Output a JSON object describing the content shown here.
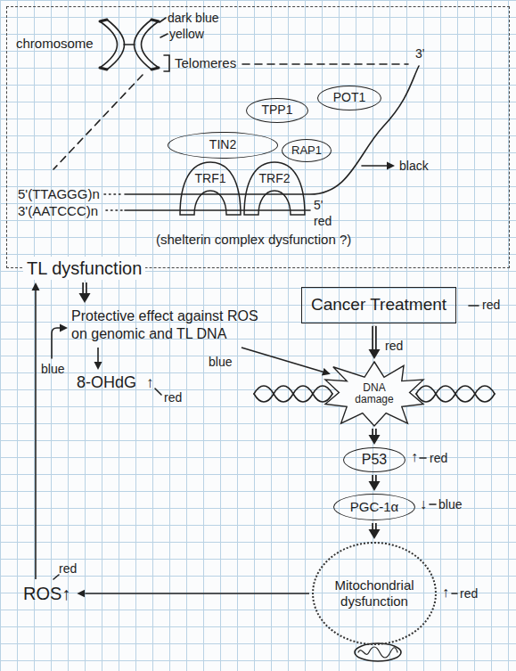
{
  "diagram": {
    "nodes": [
      {
        "text": [
          "(shelterin complex dysfunction ?)"
        ]
      },
      {
        "text": [
          "TPP1"
        ],
        "in": 0
      },
      {
        "text": [
          "POT1"
        ],
        "in": 0
      },
      {
        "text": [
          "TIN2"
        ],
        "in": 0
      },
      {
        "text": [
          "RAP1"
        ],
        "in": 0
      },
      {
        "text": [
          "TRF1"
        ],
        "in": 0
      },
      {
        "text": [
          "TRF2"
        ],
        "in": 0
      },
      {
        "text": [
          "TL dysfunction"
        ]
      },
      {
        "text": [
          "Protective effect against ROS on genomic and TL DNA"
        ]
      },
      {
        "text": [
          "Cancer Treatment"
        ]
      },
      {
        "text": [
          "8-OHdG"
        ]
      },
      {
        "text": [
          "DNA damage"
        ]
      },
      {
        "text": [
          "P53"
        ]
      },
      {
        "text": [
          "PGC-1α"
        ]
      },
      {
        "text": [
          "Mitochondrial dysfunction"
        ]
      },
      {
        "text": [
          "ROS↑"
        ]
      }
    ],
    "edges": [
      {
        "from": 7,
        "to": 8,
        "arrow": "to"
      },
      {
        "from": 8,
        "to": 10,
        "arrow": "to"
      },
      {
        "from": 8,
        "to": 11,
        "arrow": "to"
      },
      {
        "from": 9,
        "to": 11,
        "arrow": "to"
      },
      {
        "from": 11,
        "to": 12,
        "arrow": "to"
      },
      {
        "from": 12,
        "to": 13,
        "arrow": "to"
      },
      {
        "from": 13,
        "to": 14,
        "arrow": "to"
      },
      {
        "from": 14,
        "to": 15,
        "arrow": "to"
      },
      {
        "from": 15,
        "to": 7,
        "arrow": "to"
      }
    ],
    "labels": [
      "chromosome",
      "dark blue",
      "yellow",
      "Telomeres",
      "3'",
      "5'(TTAGGG)n",
      "3'(AATCCC)n",
      "black",
      "5'",
      "red",
      "↑",
      "red",
      "blue",
      "red",
      "blue",
      "red",
      "↑",
      "red",
      "↓",
      "blue",
      "↑",
      "red",
      "red"
    ]
  }
}
